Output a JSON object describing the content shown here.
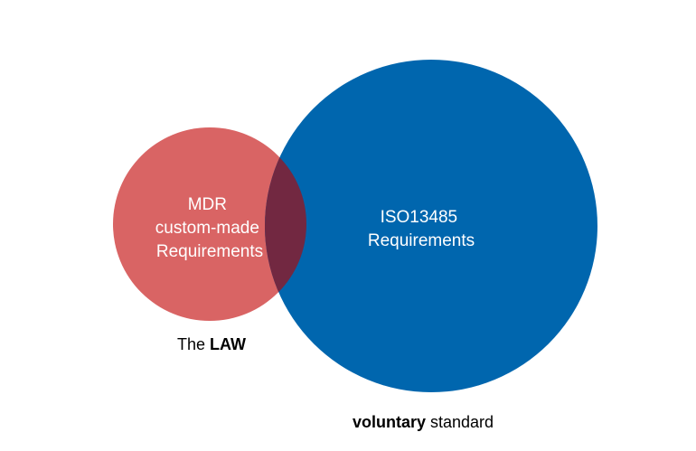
{
  "colors": {
    "law_circle": "#d96464",
    "standard_circle": "#0066ae",
    "overlap": "#722841",
    "text_on_circle": "#ffffff",
    "caption_text": "#000000"
  },
  "law_circle": {
    "lines": [
      "MDR",
      "custom-made",
      "Requirements"
    ]
  },
  "standard_circle": {
    "lines": [
      "ISO13485",
      "Requirements"
    ]
  },
  "captions": {
    "law_prefix": "The ",
    "law_bold": "LAW",
    "standard_bold": "voluntary",
    "standard_suffix": " standard"
  }
}
